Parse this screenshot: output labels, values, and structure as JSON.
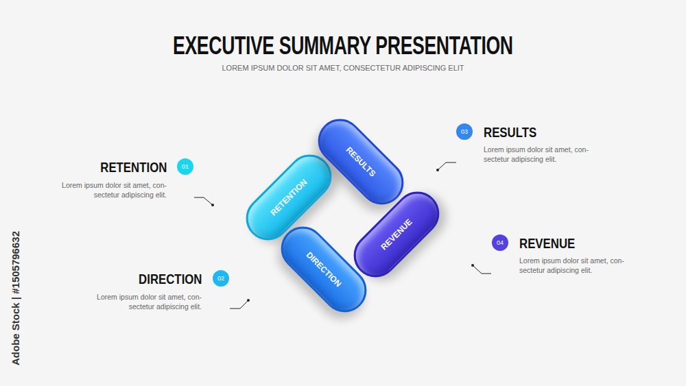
{
  "diagram": {
    "title": "EXECUTIVE SUMMARY PRESENTATION",
    "nodes": [
      {
        "text": [
          "RETENTION"
        ]
      },
      {
        "text": [
          "RESULTS"
        ]
      },
      {
        "text": [
          "REVENUE"
        ]
      },
      {
        "text": [
          "DIRECTION"
        ]
      },
      {
        "text": [
          "01"
        ]
      },
      {
        "text": [
          "02"
        ]
      },
      {
        "text": [
          "03"
        ]
      },
      {
        "text": [
          "04"
        ]
      }
    ],
    "labels": [
      "LOREM IPSUM DOLOR SIT AMET, CONSECTETUR ADIPISCING ELIT",
      "RETENTION",
      "Lorem ipsum dolor sit amet, con- sectetur adipiscing elit.",
      "DIRECTION",
      "Lorem ipsum dolor sit amet, con- sectetur adipiscing elit.",
      "RESULTS",
      "Lorem ipsum dolor sit amet, con- sectetur adipiscing elit.",
      "REVENUE",
      "Lorem ipsum dolor sit amet, con- sectetur adipiscing elit.",
      "Adobe Stock | #1505796632"
    ]
  }
}
